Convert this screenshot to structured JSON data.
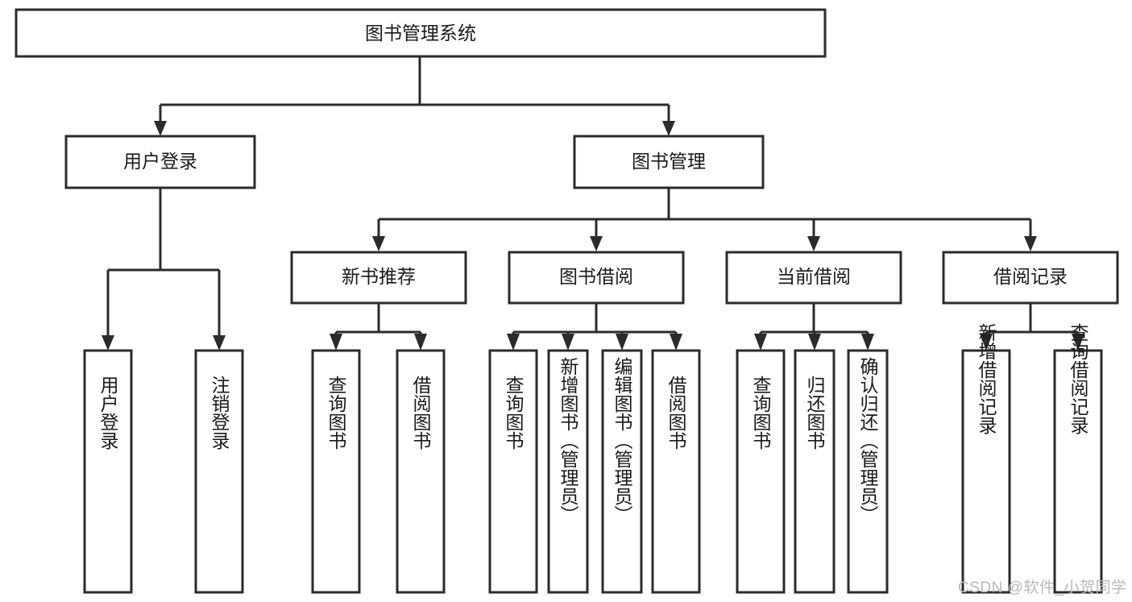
{
  "diagram": {
    "title_box": {
      "label": "图书管理系统"
    },
    "level2": [
      {
        "id": "user-login",
        "label": "用户登录"
      },
      {
        "id": "book-management",
        "label": "图书管理"
      }
    ],
    "level3": [
      {
        "id": "new-book-recommend",
        "label": "新书推荐"
      },
      {
        "id": "book-borrow",
        "label": "图书借阅"
      },
      {
        "id": "current-borrow",
        "label": "当前借阅"
      },
      {
        "id": "borrow-record",
        "label": "借阅记录"
      }
    ],
    "leaves": [
      {
        "id": "leaf-user-login",
        "label": "用户登录",
        "parent": "user-login"
      },
      {
        "id": "leaf-logout-login",
        "label": "注销登录",
        "parent": "user-login"
      },
      {
        "id": "leaf-query-book-1",
        "label": "查询图书",
        "parent": "new-book-recommend"
      },
      {
        "id": "leaf-borrow-book-1",
        "label": "借阅图书",
        "parent": "new-book-recommend"
      },
      {
        "id": "leaf-query-book-2",
        "label": "查询图书",
        "parent": "book-borrow"
      },
      {
        "id": "leaf-add-book",
        "label": "新增图书（管理员）",
        "parent": "book-borrow"
      },
      {
        "id": "leaf-edit-book",
        "label": "编辑图书（管理员）",
        "parent": "book-borrow"
      },
      {
        "id": "leaf-borrow-book-2",
        "label": "借阅图书",
        "parent": "book-borrow"
      },
      {
        "id": "leaf-query-book-3",
        "label": "查询图书",
        "parent": "current-borrow"
      },
      {
        "id": "leaf-return-book",
        "label": "归还图书",
        "parent": "current-borrow"
      },
      {
        "id": "leaf-confirm-return",
        "label": "确认归还（管理员）",
        "parent": "current-borrow"
      },
      {
        "id": "leaf-add-record",
        "label": "新增借阅记录",
        "parent": "borrow-record"
      },
      {
        "id": "leaf-query-record",
        "label": "查询借阅记录",
        "parent": "borrow-record"
      }
    ],
    "watermark": "CSDN @软件_小贺同学",
    "colors": {
      "stroke": "#2b2b2b",
      "fill": "#ffffff",
      "text": "#1a1a1a",
      "watermark": "#b9b9b9"
    }
  }
}
